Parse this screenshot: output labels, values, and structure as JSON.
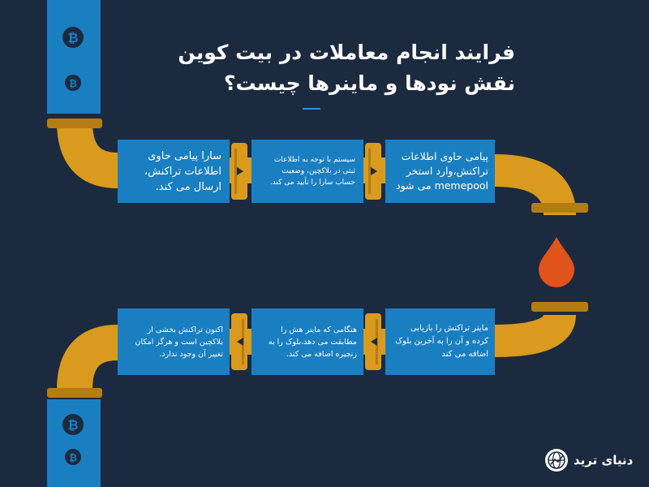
{
  "title": {
    "line1": "فرایند انجام معاملات در بیت کوین",
    "line2": "نقش نودها و ماینرها چیست؟"
  },
  "steps_top": [
    "سارا پیامی حاوی اطلاعات تراکنش، ارسال می کند.",
    "سیستم با توجه به اطلاعات ثبتی در بلاکچین، وضعیت حساب سارا را تأیید می کند.",
    "پیامی حاوی اطلاعات تراکنش،وارد استخر memepool می شود"
  ],
  "steps_bottom": [
    "اکنون تراکنش بخشی از بلاکچین است و هرگز امکان تغییر آن وجود ندارد.",
    "هنگامی که ماینر هش را مطابقت می دهد،بلوک را به زنجیره اضافه می کند.",
    "ماینر تراکنش را بازیابی کرده و آن را به آخرین بلوک اضافه می کند"
  ],
  "brand": {
    "name": "دنیای ترید"
  },
  "icons": {
    "bitcoin": "bitcoin-icon",
    "arrow": "triangle-arrow-icon",
    "flame": "flame-icon",
    "globe": "globe-logo-icon"
  },
  "colors": {
    "background": "#1c2a40",
    "box": "#1a7fc1",
    "pipe": "#d99a1e",
    "pipe_dark": "#b57c12",
    "flame": "#e0531b",
    "text": "#ffffff"
  }
}
